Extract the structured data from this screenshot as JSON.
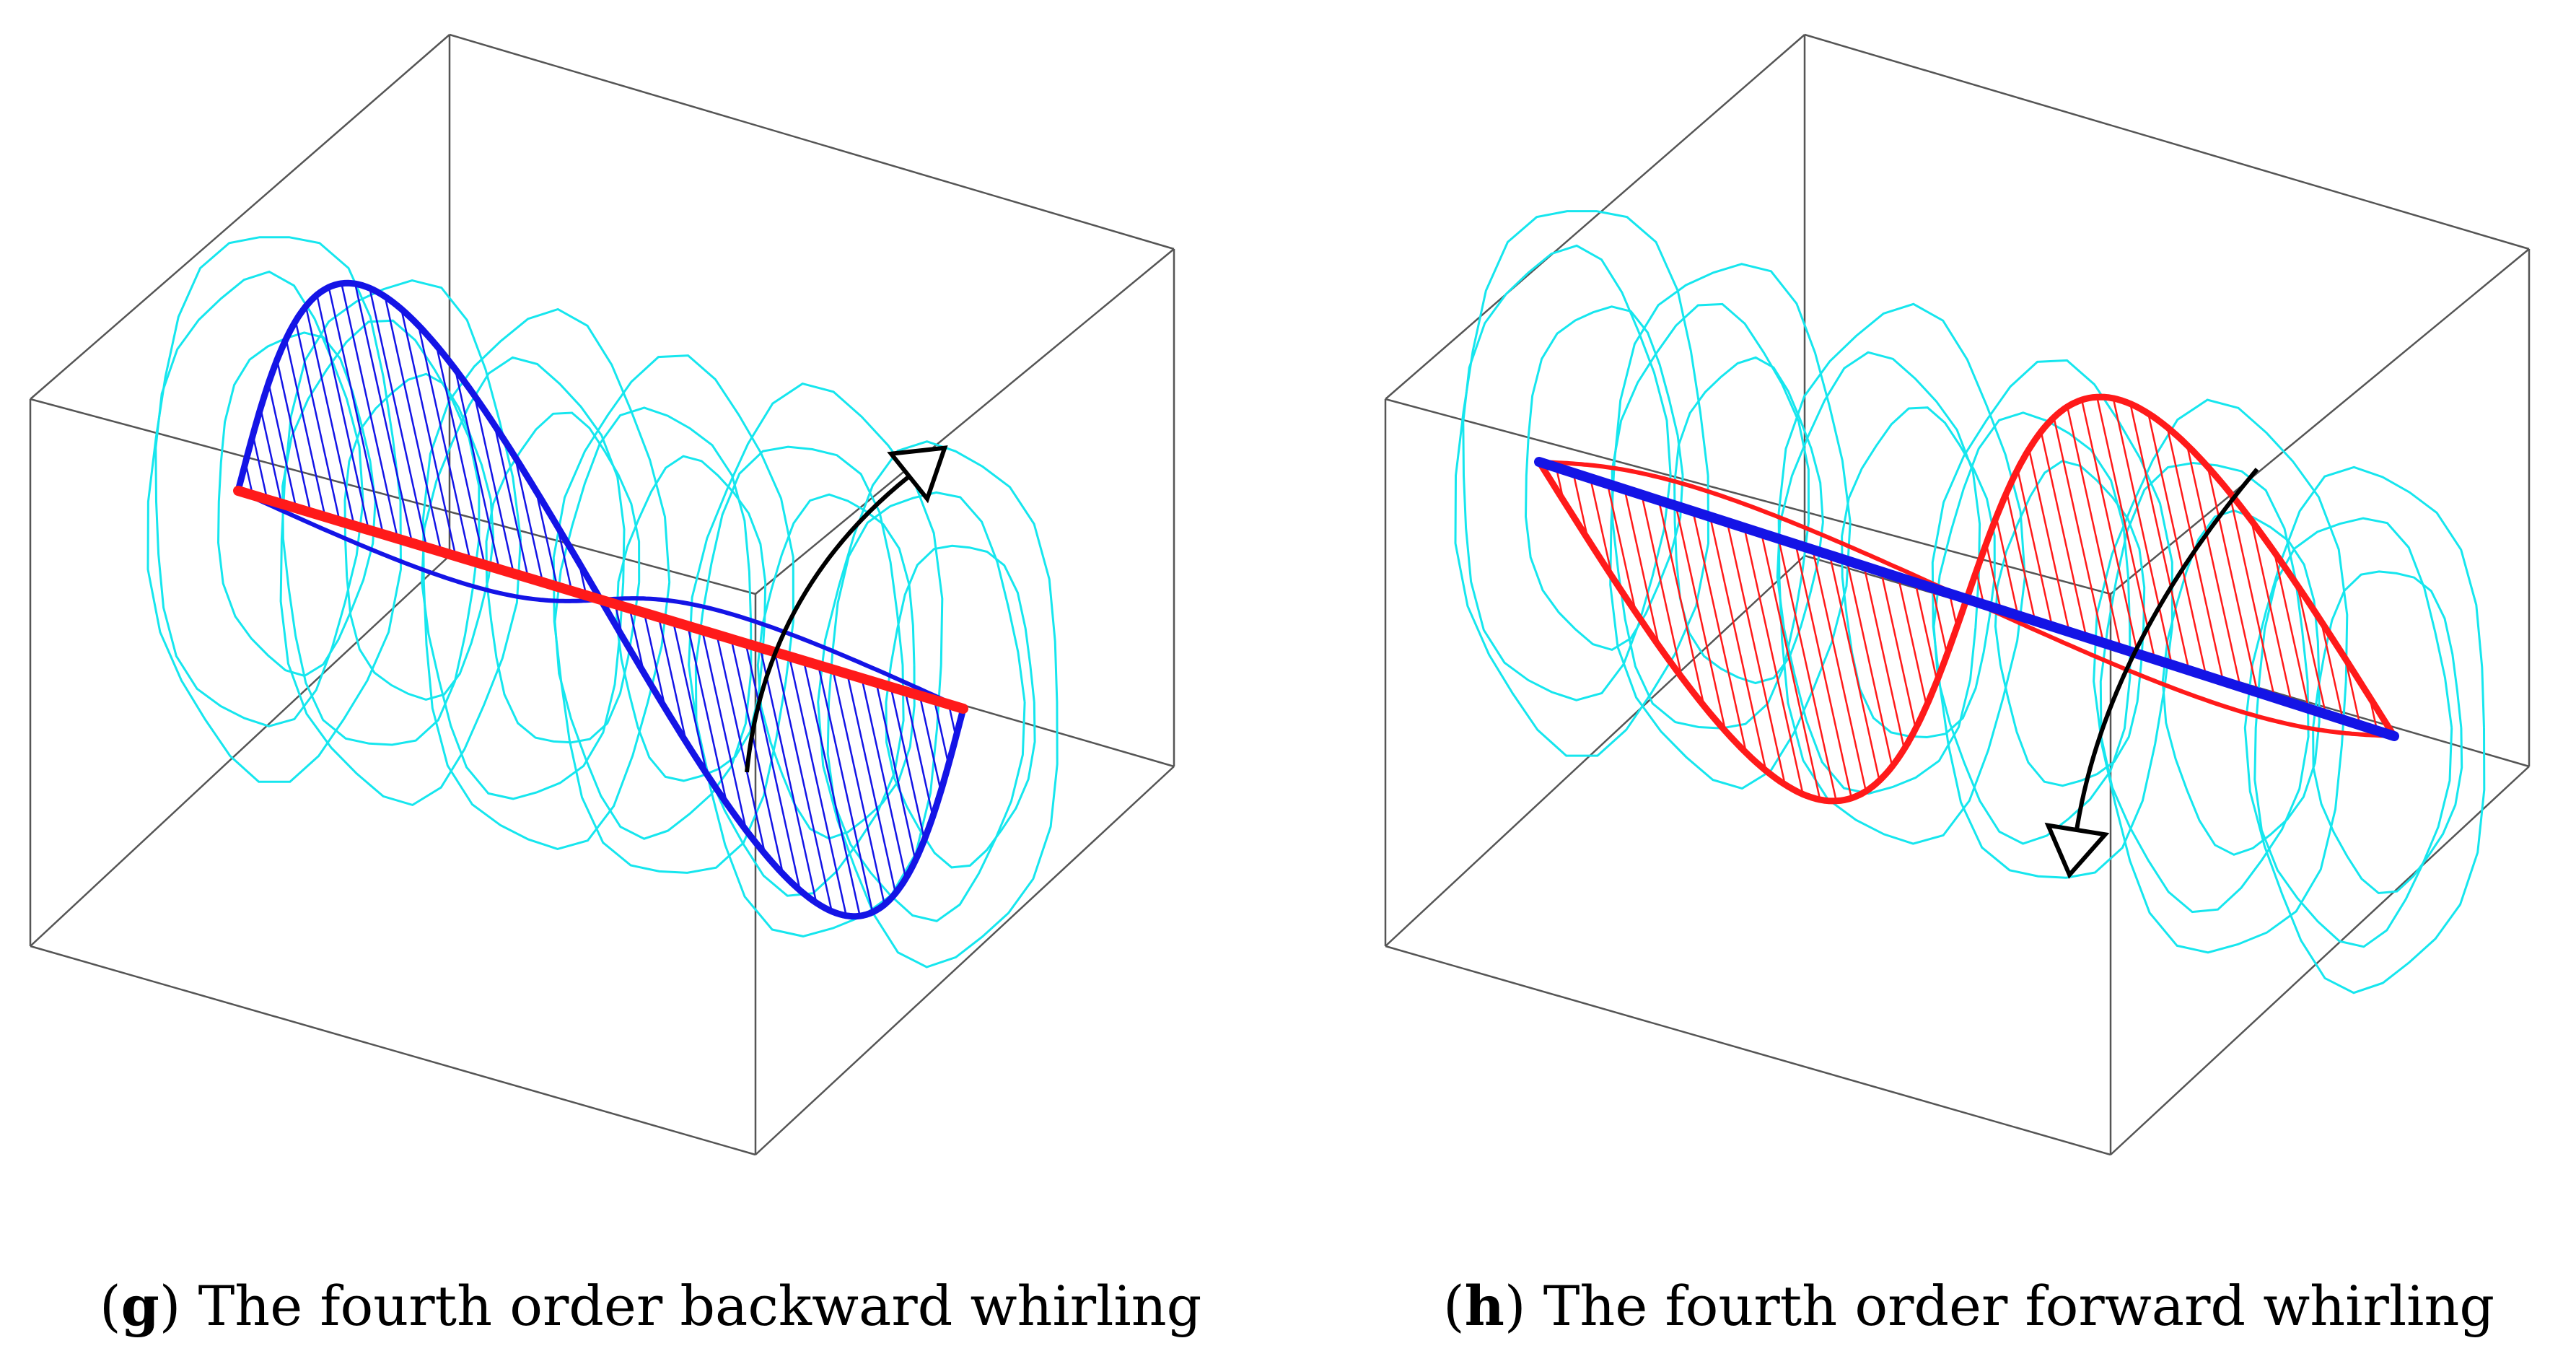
{
  "panels": [
    {
      "id": "g",
      "letter": "g",
      "caption": "The fourth order backward whirling",
      "mode_color": "#1414e6",
      "axis_color": "#ff1a1a",
      "orbit_color": "#16e6ee",
      "arrow_direction": "upward"
    },
    {
      "id": "h",
      "letter": "h",
      "caption": "The fourth order forward whirling",
      "mode_color": "#ff1a1a",
      "axis_color": "#1414e6",
      "orbit_color": "#16e6ee",
      "arrow_direction": "downward"
    }
  ],
  "box_color": "#555555",
  "arrow_color": "#000000"
}
